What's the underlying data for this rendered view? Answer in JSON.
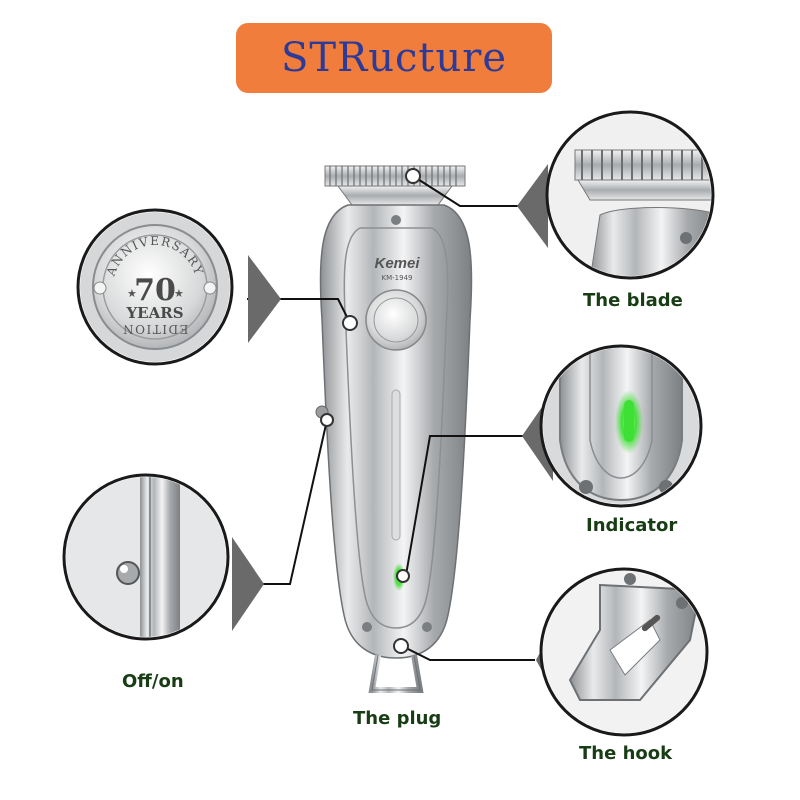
{
  "title": "STRucture",
  "product": {
    "brand": "Kemei",
    "model": "KM-1949"
  },
  "seal": {
    "top_arc": "ANNIVERSARY",
    "number": "70",
    "unit": "YEARS",
    "bottom_arc": "EDITION"
  },
  "callouts": [
    {
      "id": "blade",
      "label": "The blade"
    },
    {
      "id": "indicator",
      "label": "Indicator"
    },
    {
      "id": "hook",
      "label": "The hook"
    },
    {
      "id": "offon",
      "label": "Off/on"
    },
    {
      "id": "plug",
      "label": "The plug"
    }
  ],
  "colors": {
    "title_bg": "#f07d3c",
    "title_text": "#2c3a98",
    "label_text": "#183d15",
    "indicator_glow": "#3fe035",
    "metal": "#c9cbcd"
  }
}
